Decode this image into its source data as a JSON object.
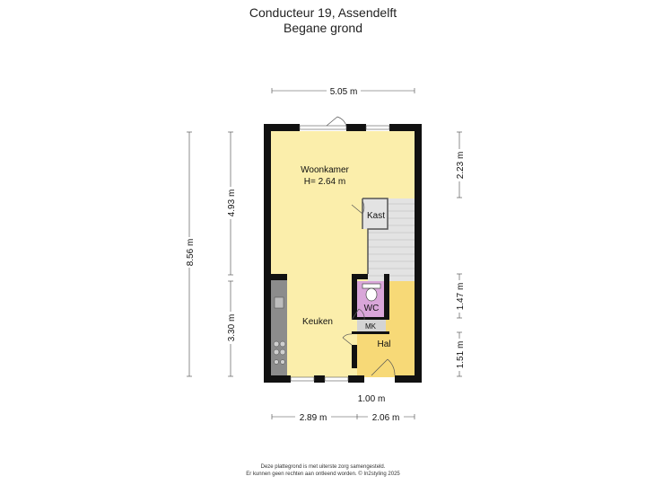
{
  "header": {
    "address": "Conducteur 19, Assendelft",
    "floor": "Begane grond"
  },
  "rooms": {
    "woonkamer": "Woonkamer",
    "woonkamer_height": "H= 2.64 m",
    "kast": "Kast",
    "wc": "WC",
    "mk": "MK",
    "keuken": "Keuken",
    "hal": "Hal"
  },
  "dimensions": {
    "top_width": "5.05 m",
    "total_depth": "8.56 m",
    "upper_depth": "4.93 m",
    "lower_depth": "3.30 m",
    "right_upper": "2.23 m",
    "right_middle": "1.47 m",
    "right_lower": "1.51 m",
    "entrance_width": "1.00 m",
    "bottom_left": "2.89 m",
    "bottom_right": "2.06 m"
  },
  "footer": {
    "line1": "Deze plattegrond is met uiterste zorg samengesteld.",
    "line2": "Er kunnen geen rechten aan ontleend worden. © In2styling 2025"
  },
  "colors": {
    "wall": "#111111",
    "living": "#fbeeab",
    "hall": "#f7d977",
    "wc": "#d9a6d9",
    "storage": "#d4d4d4",
    "kitchen_counter": "#8c8c8c"
  }
}
